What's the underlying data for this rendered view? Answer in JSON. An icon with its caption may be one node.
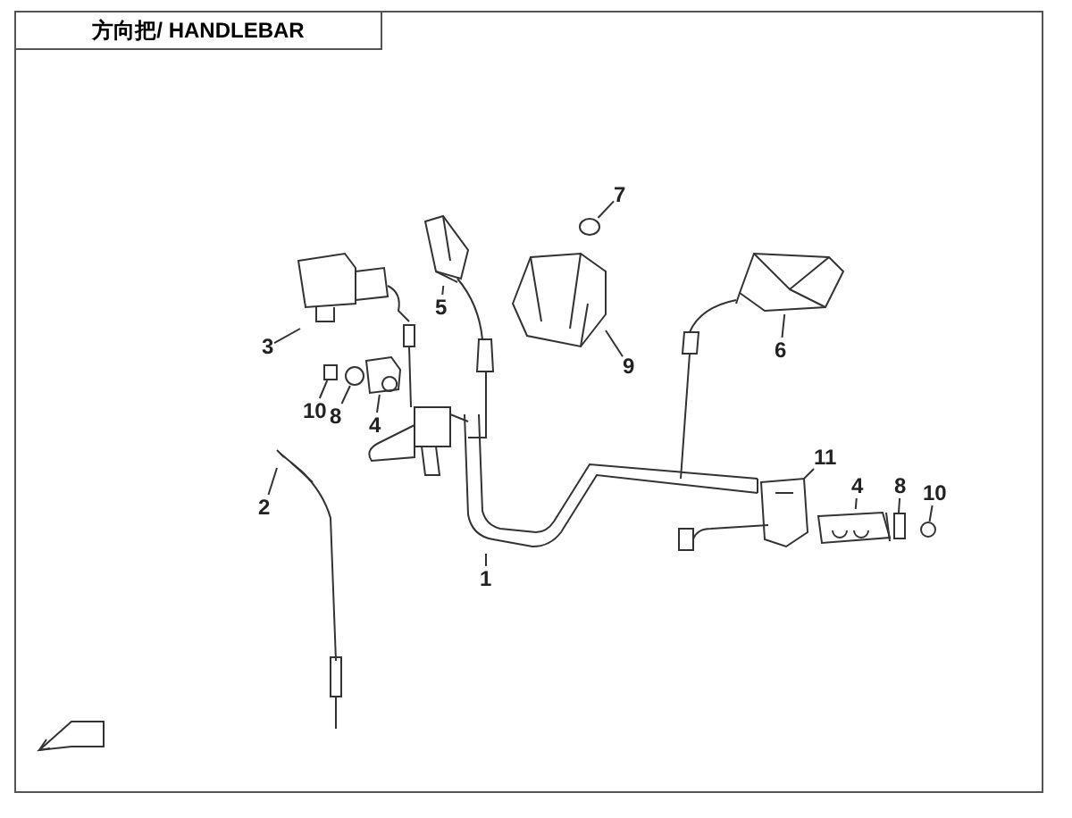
{
  "diagram": {
    "title": "方向把/ HANDLEBAR",
    "nodes": [
      {
        "text": [
          "7"
        ]
      },
      {
        "text": [
          "5"
        ]
      },
      {
        "text": [
          "3"
        ]
      },
      {
        "text": [
          "6"
        ]
      },
      {
        "text": [
          "9"
        ]
      },
      {
        "text": [
          "10"
        ]
      },
      {
        "text": [
          "8"
        ]
      },
      {
        "text": [
          "4"
        ]
      },
      {
        "text": [
          "11"
        ]
      },
      {
        "text": [
          "4"
        ]
      },
      {
        "text": [
          "8"
        ]
      },
      {
        "text": [
          "10"
        ]
      },
      {
        "text": [
          "2"
        ]
      },
      {
        "text": [
          "1"
        ]
      },
      {
        "text": [],
        "shape": "picture"
      },
      {
        "text": [],
        "shape": "picture"
      },
      {
        "text": [],
        "shape": "box"
      },
      {
        "text": [],
        "shape": "circle"
      },
      {
        "text": [],
        "shape": "picture"
      },
      {
        "text": [],
        "shape": "picture"
      },
      {
        "text": [],
        "shape": "picture"
      },
      {
        "text": [],
        "shape": "picture"
      },
      {
        "text": [],
        "shape": "circle"
      },
      {
        "text": [],
        "shape": "picture"
      },
      {
        "text": [],
        "shape": "picture"
      },
      {
        "text": [],
        "shape": "picture"
      },
      {
        "text": [],
        "shape": "box"
      },
      {
        "text": [],
        "shape": "circle"
      }
    ],
    "edges": [
      {
        "from": 0,
        "to": 22,
        "arrow": "none"
      },
      {
        "from": 1,
        "to": 19,
        "arrow": "none"
      },
      {
        "from": 2,
        "to": 15,
        "arrow": "none"
      },
      {
        "from": 3,
        "to": 24,
        "arrow": "none"
      },
      {
        "from": 4,
        "to": 21,
        "arrow": "none"
      },
      {
        "from": 5,
        "to": 16,
        "arrow": "none"
      },
      {
        "from": 6,
        "to": 17,
        "arrow": "none"
      },
      {
        "from": 7,
        "to": 18,
        "arrow": "none"
      },
      {
        "from": 8,
        "to": 23,
        "arrow": "none"
      },
      {
        "from": 9,
        "to": 25,
        "arrow": "none"
      },
      {
        "from": 10,
        "to": 26,
        "arrow": "none"
      },
      {
        "from": 11,
        "to": 27,
        "arrow": "none"
      },
      {
        "from": 12,
        "to": 14,
        "arrow": "none"
      },
      {
        "from": 13,
        "to": 20,
        "arrow": "none"
      }
    ]
  }
}
